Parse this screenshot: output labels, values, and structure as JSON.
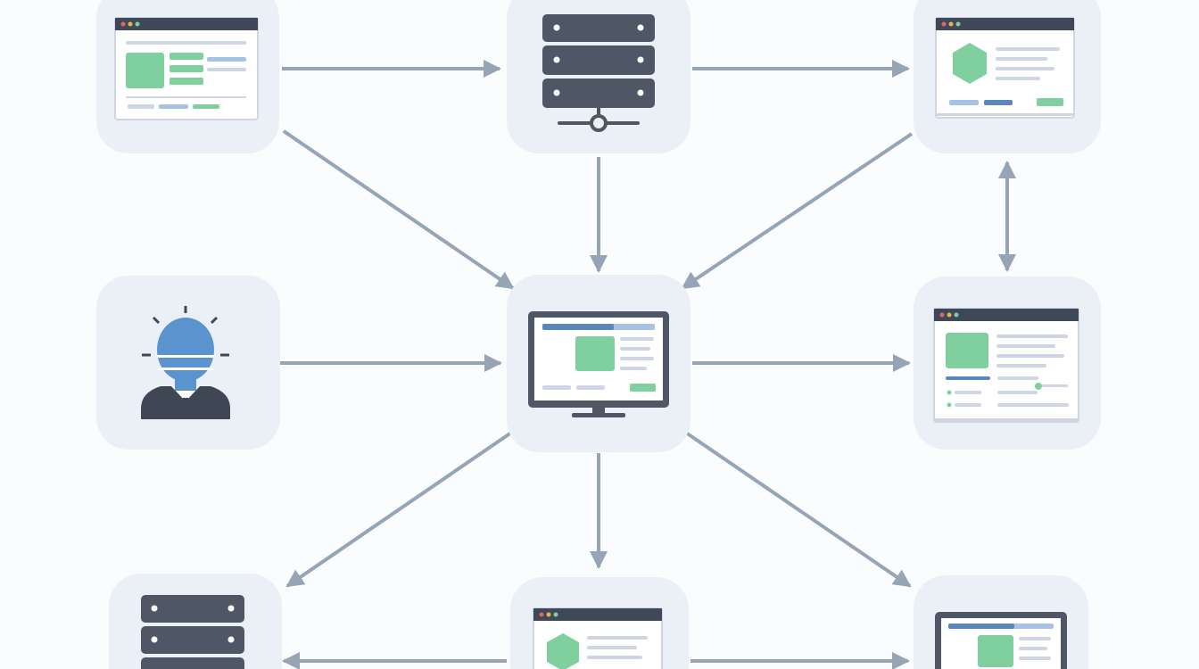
{
  "colors": {
    "background": "#fbfcfd",
    "tile": "#eaf0f6",
    "arrow": "#97a4b5",
    "dark": "#4f5767",
    "darker": "#3f4654",
    "green": "#7fd09e",
    "blue": "#6f9fce",
    "light_line": "#cfd5e2",
    "window_bar": "#3f4858"
  },
  "nodes": [
    {
      "id": "web-app-top-left",
      "icon": "browser-window-icon"
    },
    {
      "id": "server-top",
      "icon": "network-server-icon"
    },
    {
      "id": "web-page-top-right",
      "icon": "hexagon-page-icon"
    },
    {
      "id": "user-left",
      "icon": "user-avatar-icon"
    },
    {
      "id": "central-monitor",
      "icon": "monitor-icon"
    },
    {
      "id": "dashboard-right",
      "icon": "dashboard-window-icon"
    },
    {
      "id": "server-bottom-left",
      "icon": "server-rack-icon"
    },
    {
      "id": "web-page-bottom",
      "icon": "hexagon-page-icon"
    },
    {
      "id": "monitor-bottom-right",
      "icon": "monitor-icon"
    }
  ],
  "edges": [
    {
      "from": "web-app-top-left",
      "to": "server-top",
      "direction": "forward"
    },
    {
      "from": "server-top",
      "to": "web-page-top-right",
      "direction": "forward"
    },
    {
      "from": "web-app-top-left",
      "to": "central-monitor",
      "direction": "forward"
    },
    {
      "from": "server-top",
      "to": "central-monitor",
      "direction": "forward"
    },
    {
      "from": "web-page-top-right",
      "to": "central-monitor",
      "direction": "forward"
    },
    {
      "from": "web-page-top-right",
      "to": "dashboard-right",
      "direction": "both"
    },
    {
      "from": "user-left",
      "to": "central-monitor",
      "direction": "forward"
    },
    {
      "from": "central-monitor",
      "to": "dashboard-right",
      "direction": "forward"
    },
    {
      "from": "central-monitor",
      "to": "server-bottom-left",
      "direction": "forward"
    },
    {
      "from": "central-monitor",
      "to": "web-page-bottom",
      "direction": "forward"
    },
    {
      "from": "central-monitor",
      "to": "monitor-bottom-right",
      "direction": "forward"
    },
    {
      "from": "web-page-bottom",
      "to": "server-bottom-left",
      "direction": "forward"
    },
    {
      "from": "web-page-bottom",
      "to": "monitor-bottom-right",
      "direction": "forward"
    }
  ]
}
